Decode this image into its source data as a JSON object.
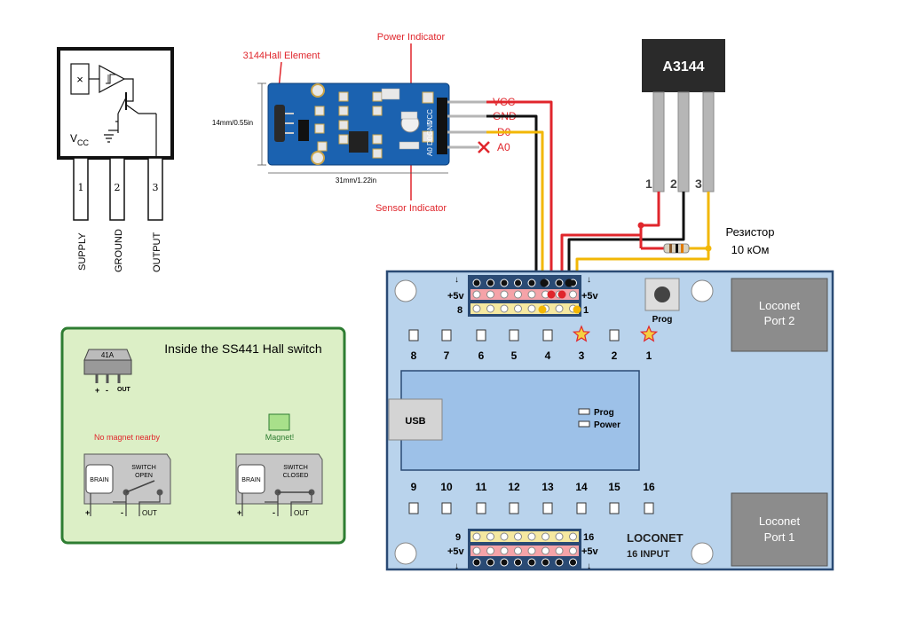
{
  "hall_symbol": {
    "vcc_label": "V",
    "vcc_sub": "CC",
    "pins": [
      "1",
      "2",
      "3"
    ],
    "pin_labels": [
      "SUPPLY",
      "GROUND",
      "OUTPUT"
    ]
  },
  "ky_module": {
    "hall_element_label": "3144Hall Element",
    "power_indicator_label": "Power Indicator",
    "sensor_indicator_label": "Sensor Indicator",
    "height_dim": "14mm/0.55in",
    "width_dim": "31mm/1.22in",
    "header_labels": [
      "VCC",
      "GND",
      "D0",
      "A0"
    ],
    "board_pin_text": [
      "VCC",
      "GND",
      "D0",
      "A0"
    ]
  },
  "a3144": {
    "name": "A3144",
    "pins": [
      "1",
      "2",
      "3"
    ],
    "resistor_label_line1": "Резистор",
    "resistor_label_line2": "10 кОм"
  },
  "ss441": {
    "title": "Inside the SS441 Hall switch",
    "chip_label": "41A",
    "chip_pins": [
      "+",
      "-",
      "OUT"
    ],
    "no_magnet_label": "No magnet nearby",
    "magnet_label": "Magnet!",
    "brain_label": "BRAIN",
    "switch_open_label": [
      "SWITCH",
      "OPEN"
    ],
    "switch_closed_label": [
      "SWITCH",
      "CLOSED"
    ],
    "bottom_pins": [
      "+",
      "-",
      "OUT"
    ]
  },
  "loconet": {
    "top_header_labels": {
      "plus5_left": "+5v",
      "plus5_right": "+5v",
      "left_num": "8",
      "right_num": "1"
    },
    "bottom_header_labels": {
      "plus5_left": "+5v",
      "plus5_right": "+5v",
      "left_num": "9",
      "right_num": "16"
    },
    "prog_button_label": "Prog",
    "top_inputs": [
      "8",
      "7",
      "6",
      "5",
      "4",
      "3",
      "2",
      "1"
    ],
    "bottom_inputs": [
      "9",
      "10",
      "11",
      "12",
      "13",
      "14",
      "15",
      "16"
    ],
    "usb_label": "USB",
    "led_labels": [
      "Prog",
      "Power"
    ],
    "port2": [
      "Loconet",
      "Port 2"
    ],
    "port1": [
      "Loconet",
      "Port 1"
    ],
    "title": "LOCONET",
    "subtitle": "16 INPUT"
  },
  "colors": {
    "wire_red": "#e0262c",
    "wire_black": "#111111",
    "wire_yellow": "#f2b705",
    "board_blue": "#b9d3ec",
    "module_blue": "#1b62b0",
    "green_panel": "#dcefc6"
  }
}
